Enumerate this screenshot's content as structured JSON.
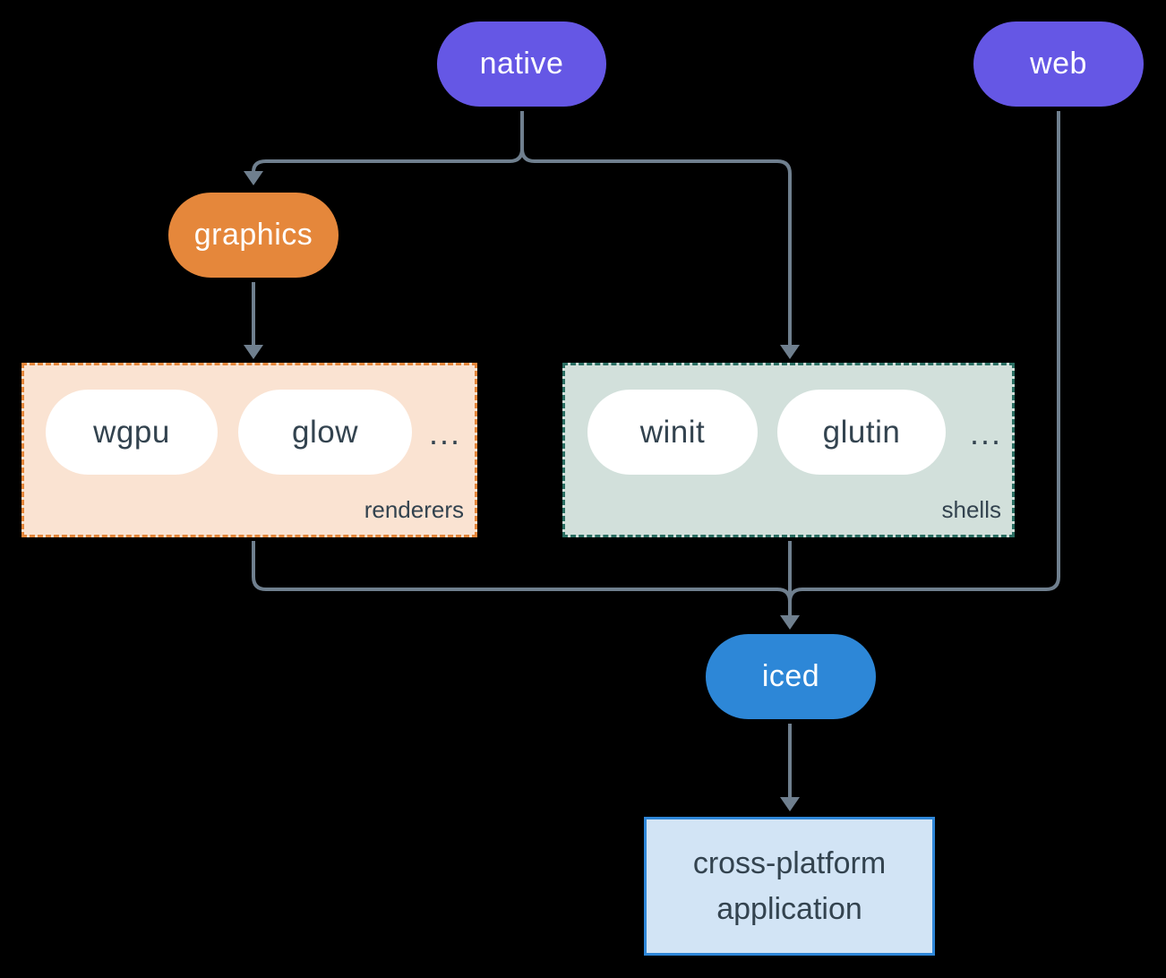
{
  "nodes": {
    "native": "native",
    "web": "web",
    "graphics": "graphics",
    "iced": "iced",
    "app_line1": "cross-platform",
    "app_line2": "application"
  },
  "groups": {
    "renderers": {
      "label": "renderers",
      "items": [
        "wgpu",
        "glow"
      ],
      "more": "..."
    },
    "shells": {
      "label": "shells",
      "items": [
        "winit",
        "glutin"
      ],
      "more": "..."
    }
  },
  "edges": [
    {
      "from": "native",
      "to": "graphics"
    },
    {
      "from": "native",
      "to": "shells"
    },
    {
      "from": "graphics",
      "to": "renderers"
    },
    {
      "from": "renderers",
      "to": "iced"
    },
    {
      "from": "shells",
      "to": "iced"
    },
    {
      "from": "web",
      "to": "iced"
    },
    {
      "from": "iced",
      "to": "cross-platform application"
    }
  ],
  "colors": {
    "purple": "#6557e5",
    "orange": "#e5873b",
    "blue": "#2d87d7",
    "peach_fill": "#fae3d2",
    "sage_fill": "#d2e0db",
    "teal_border": "#2b6f63",
    "app_fill": "#d2e4f5",
    "app_border": "#2e86d8",
    "line": "#6f7f8e",
    "text_dark": "#33434f",
    "background": "#000000"
  }
}
